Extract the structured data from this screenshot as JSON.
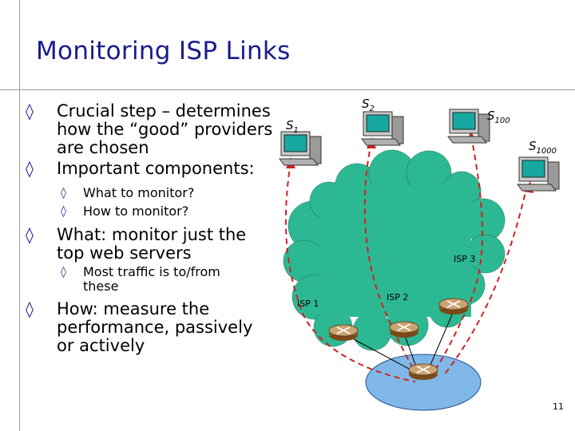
{
  "slide": {
    "title": "Monitoring ISP Links",
    "bullets": [
      {
        "text_lines": [
          "Crucial step – determines",
          "how the “good” providers",
          "are chosen"
        ]
      },
      {
        "text_lines": [
          "Important components:"
        ]
      },
      {
        "text_lines": [
          "What to monitor?"
        ],
        "level": 2
      },
      {
        "text_lines": [
          "How to monitor?"
        ],
        "level": 2
      },
      {
        "text_lines": [
          "What: monitor just the",
          "top web servers"
        ]
      },
      {
        "text_lines": [
          "Most traffic is to/from",
          "these"
        ],
        "level": 2
      },
      {
        "text_lines": [
          "How: measure the",
          "performance, passively",
          "or actively"
        ]
      }
    ],
    "page_number": "11"
  },
  "diagram": {
    "servers": [
      {
        "label": "S",
        "sub": "1"
      },
      {
        "label": "S",
        "sub": "2"
      },
      {
        "label": "S",
        "sub": "100"
      },
      {
        "label": "S",
        "sub": "1000"
      }
    ],
    "isps": [
      "ISP 1",
      "ISP 2",
      "ISP 3"
    ],
    "colors": {
      "cloud": "#2db894",
      "client_net": "#7fb7e8",
      "path": "#d02020",
      "title": "#1a1a8c"
    }
  }
}
